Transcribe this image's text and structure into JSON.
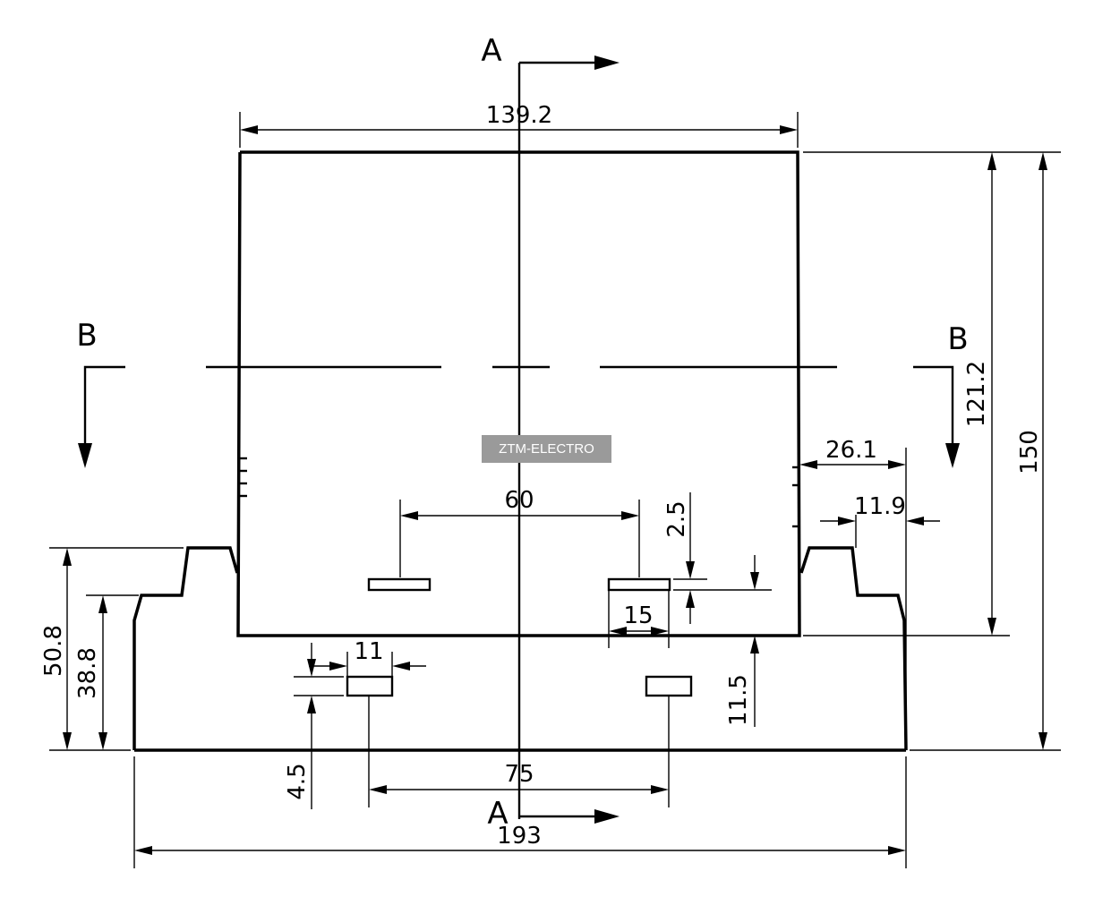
{
  "watermark": "ZTM-ELECTRO",
  "section_labels": {
    "a_top": "A",
    "a_bottom": "A",
    "b_left": "B",
    "b_right": "B"
  },
  "dimensions": {
    "top_width": "139.2",
    "bottom_width": "193",
    "slot_spacing_top": "60",
    "slot_spacing_bottom": "75",
    "right_offset": "26.1",
    "rail_step": "11.9",
    "slot_thickness": "2.5",
    "slot_length": "15",
    "slot_offset": "11.5",
    "terminal_width": "11",
    "terminal_offset": "4.5",
    "flange_height": "50.8",
    "step_height": "38.8",
    "body_height": "121.2",
    "total_height": "150"
  }
}
